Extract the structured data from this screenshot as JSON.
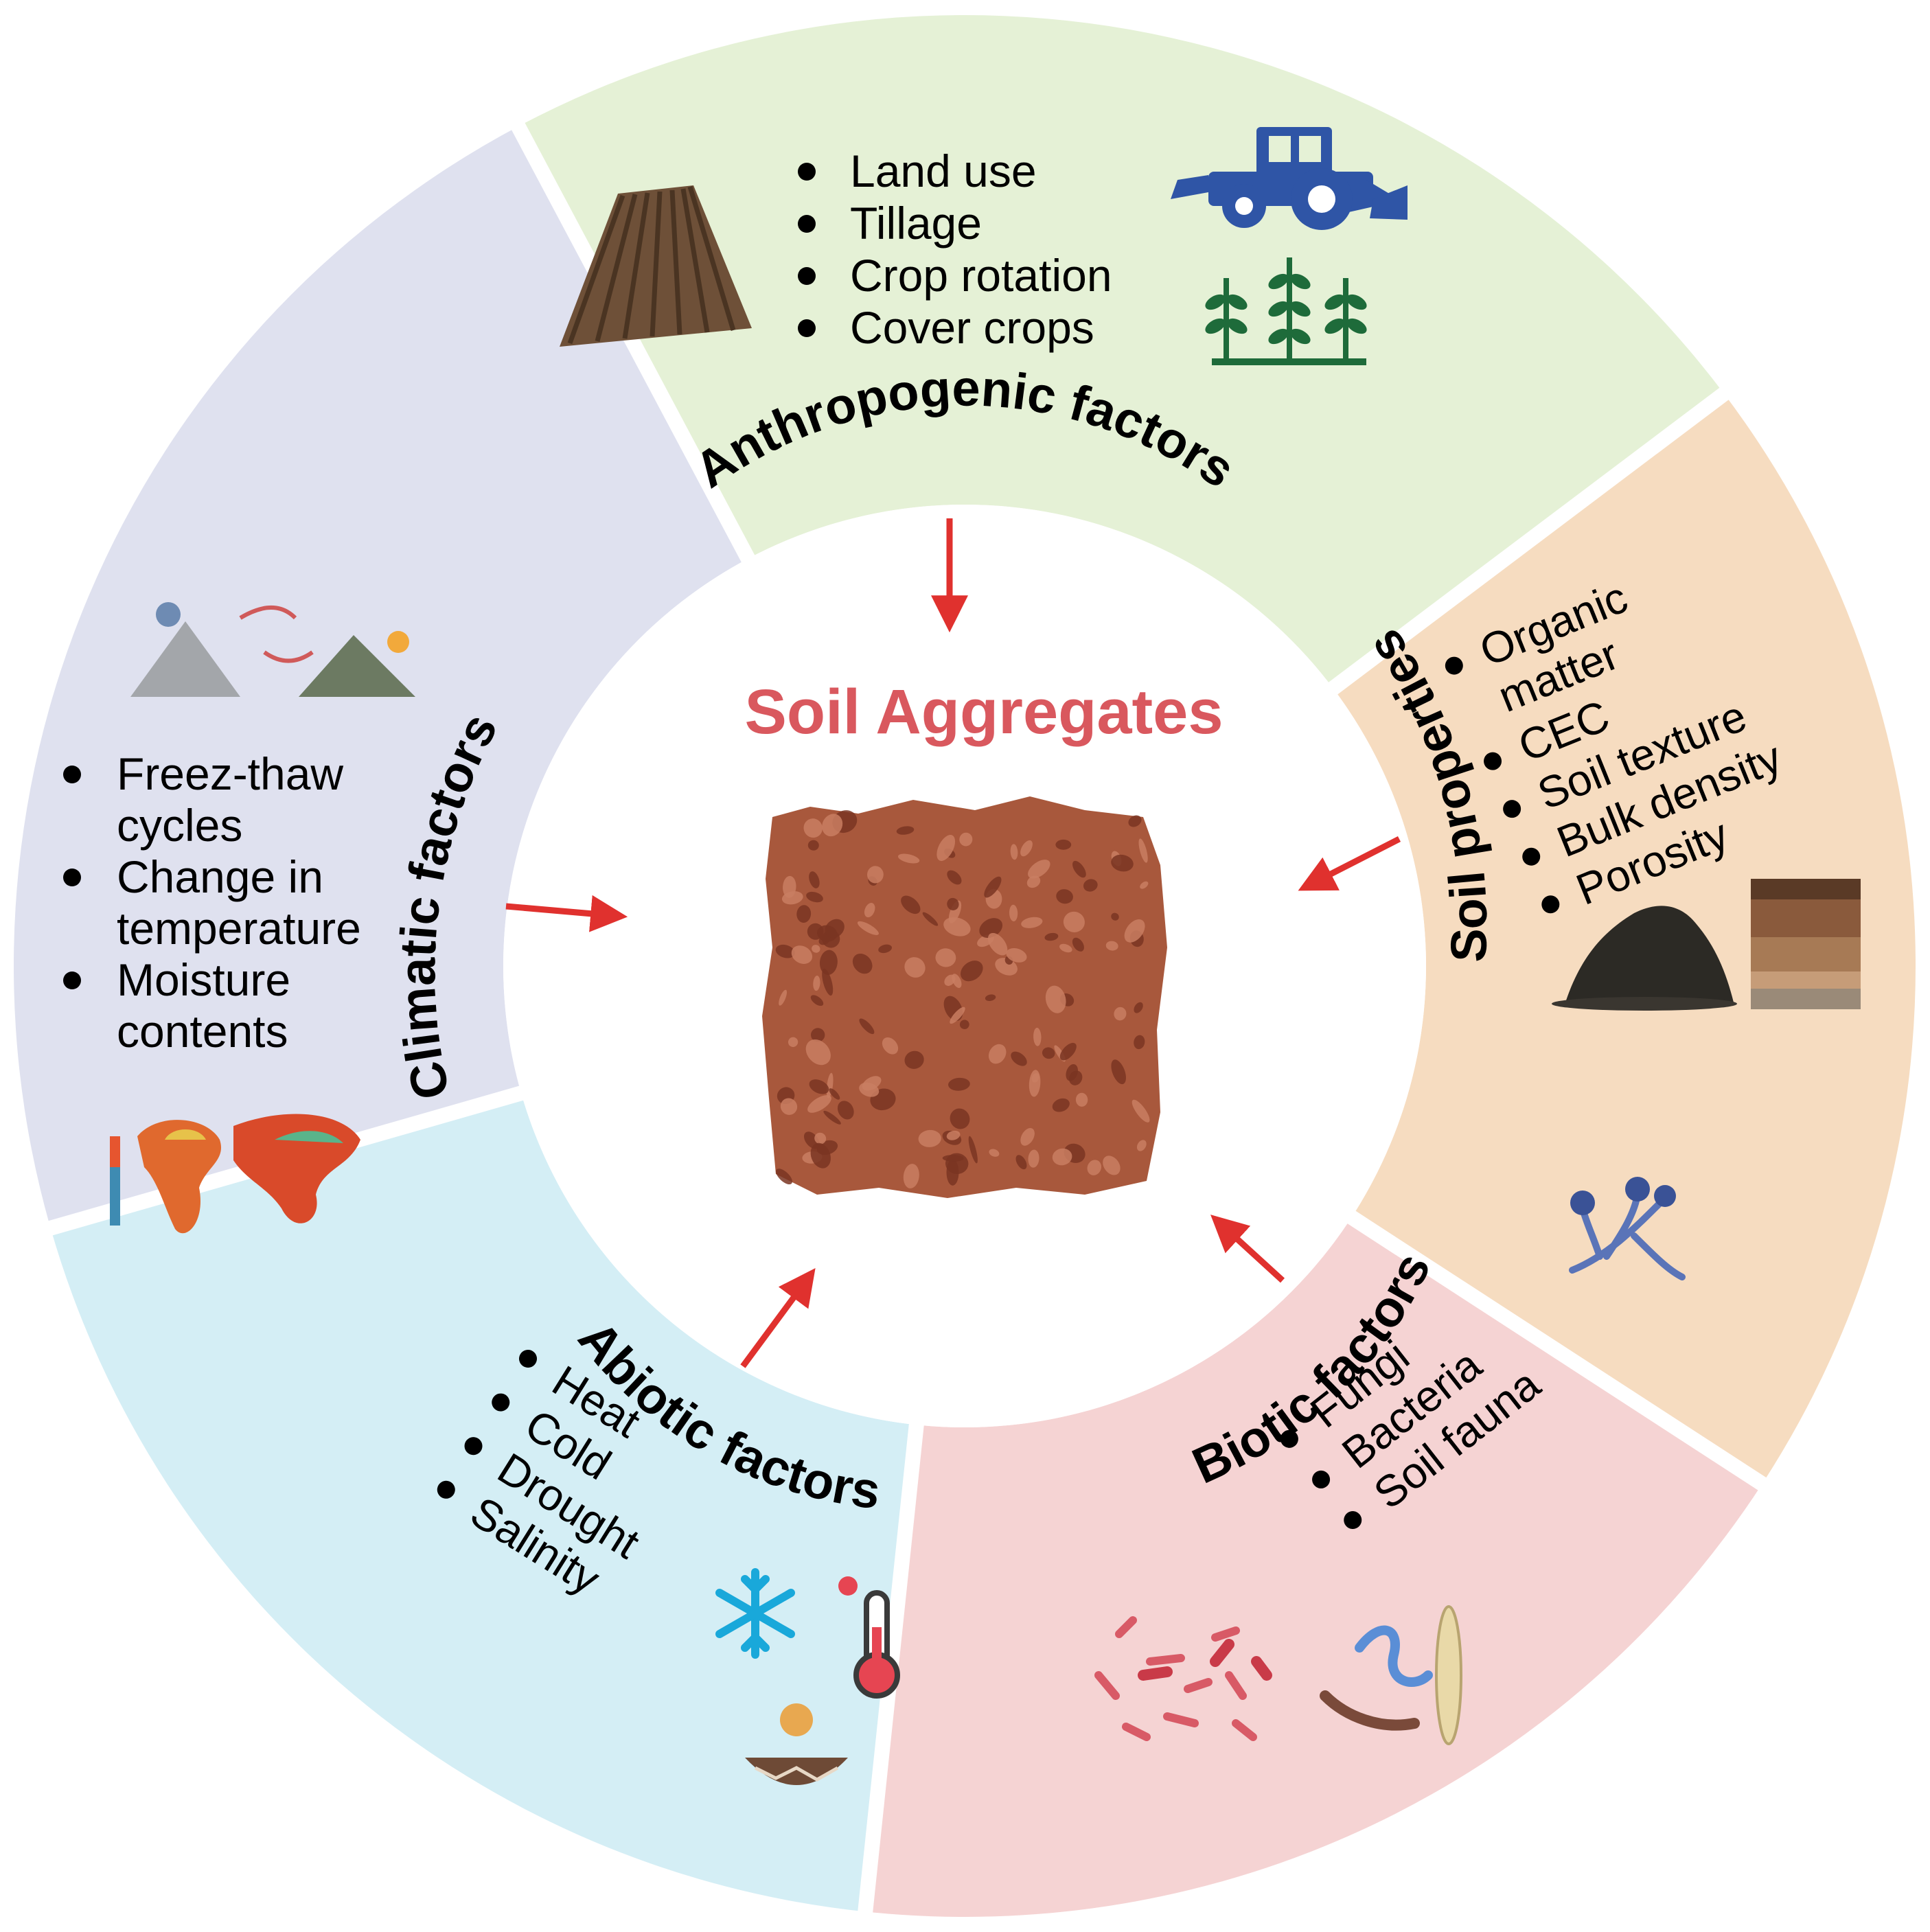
{
  "center": {
    "title": "Soil Aggregates",
    "title_color": "#D9585E",
    "soil_color": "#A8583C",
    "soil_dark": "#7A3522",
    "soil_light": "#C97E62"
  },
  "arrow_color": "#E0312E",
  "sectors": {
    "anthropogenic": {
      "title": "Anthropogenic factors",
      "color": "#E5F1D6",
      "items": [
        "Land use",
        "Tillage",
        "Crop rotation",
        "Cover crops"
      ],
      "icons": [
        "plowed-field-icon",
        "tractor-icon",
        "crop-plants-icon"
      ]
    },
    "soil_properties": {
      "title": "Soil properties",
      "color": "#F6DCC0",
      "items": [
        "Organic matter",
        "CEC",
        "Soil texture",
        "Bulk density",
        "Porosity"
      ],
      "icons": [
        "soil-pile-icon",
        "soil-profile-icon"
      ]
    },
    "biotic": {
      "title": "Biotic factors",
      "color": "#F5D3D3",
      "items": [
        "Fungi",
        "Bacteria",
        "Soil fauna"
      ],
      "icons": [
        "fungi-icon",
        "bacteria-icon",
        "earthworm-icon",
        "larva-icon"
      ]
    },
    "abiotic": {
      "title": "Abiotic factors",
      "color": "#D4EEF5",
      "items": [
        "Heat",
        "Cold",
        "Drought",
        "Salinity"
      ],
      "icons": [
        "snowflake-icon",
        "thermometer-icon",
        "drought-icon"
      ]
    },
    "climatic": {
      "title": "Climatic factors",
      "color": "#DFE1EF",
      "items": [
        "Freez-thaw cycles",
        "Change in temperature",
        "Moisture contents"
      ],
      "icons": [
        "mountain-cycle-icon",
        "world-temperature-map-icon"
      ]
    }
  }
}
